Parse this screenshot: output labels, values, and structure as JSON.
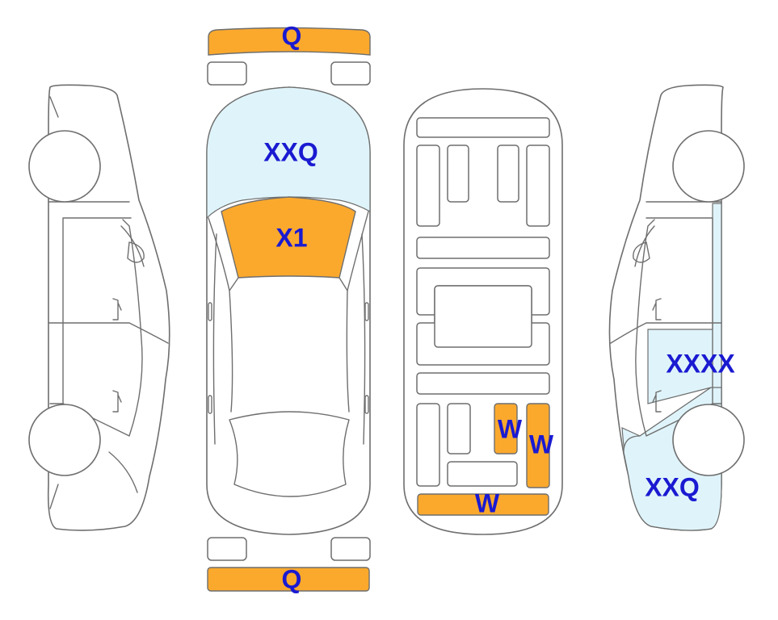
{
  "colors": {
    "damage_orange": "#fba92d",
    "damage_blue": "#dff4fa",
    "code_text": "#1a1ad1",
    "outline": "#6e6e6e"
  },
  "labels": {
    "front_bumper": "Q",
    "rear_bumper": "Q",
    "hood": "XXQ",
    "windshield": "X1",
    "right_rear_door": "XXXX",
    "right_rear_quarter": "XXQ",
    "floor_w1": "W",
    "floor_w2": "W",
    "floor_w3": "W"
  }
}
